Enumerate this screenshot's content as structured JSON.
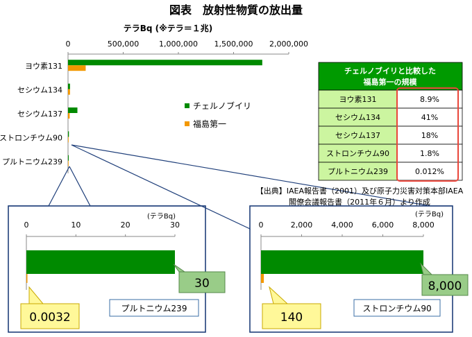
{
  "title": "図表　放射性物質の放出量",
  "colors": {
    "chernobyl": "#008a00",
    "fukushima": "#f39800",
    "table_header": "#009a00",
    "table_cell": "#ccf5a0",
    "callout_fill": "#fff899",
    "callout_stroke": "#c8a800",
    "value_box_fill": "#99cc88",
    "value_box_stroke": "#55884a",
    "frame": "#1f3f7a",
    "highlight": "#e9453a"
  },
  "chart_data": [
    {
      "type": "bar",
      "orientation": "horizontal",
      "title": "",
      "xlabel": "テラBq (※テラ＝１兆)",
      "xlim": [
        0,
        2000000
      ],
      "xticks": [
        "0",
        "500,000",
        "1,000,000",
        "1,500,000",
        "2,000,000"
      ],
      "categories": [
        "ヨウ素131",
        "セシウム134",
        "セシウム137",
        "ストロンチウム90",
        "プルトニウム239"
      ],
      "series": [
        {
          "name": "チェルノブイリ",
          "values": [
            1760000,
            18000,
            85000,
            8000,
            30
          ]
        },
        {
          "name": "福島第一",
          "values": [
            160000,
            18000,
            15000,
            140,
            0.0032
          ]
        }
      ],
      "legend": "right"
    },
    {
      "type": "bar",
      "orientation": "horizontal",
      "title": "",
      "unit": "(テラBq)",
      "xlim": [
        0,
        30
      ],
      "xticks": [
        "0",
        "10",
        "20",
        "30"
      ],
      "category": "プルトニウム239",
      "values": [
        30,
        0.0032
      ],
      "chernobyl_label": "30",
      "fukushima_label": "0.0032"
    },
    {
      "type": "bar",
      "orientation": "horizontal",
      "title": "",
      "unit": "(テラBq)",
      "xlim": [
        0,
        8000
      ],
      "xticks": [
        "0",
        "2,000",
        "4,000",
        "6,000",
        "8,000"
      ],
      "category": "ストロンチウム90",
      "values": [
        8000,
        140
      ],
      "chernobyl_label": "8,000",
      "fukushima_label": "140"
    }
  ],
  "table": {
    "header": [
      "チェルノブイリと比較した",
      "福島第一の規模"
    ],
    "rows": [
      {
        "name": "ヨウ素131",
        "value": "8.9%"
      },
      {
        "name": "セシウム134",
        "value": "41%"
      },
      {
        "name": "セシウム137",
        "value": "18%"
      },
      {
        "name": "ストロンチウム90",
        "value": "1.8%"
      },
      {
        "name": "プルトニウム239",
        "value": "0.012%"
      }
    ]
  },
  "source": [
    "【出典】IAEA報告書（2001）及び原子力災害対策本部IAEA",
    "閣僚会議報告書（2011年６月）より作成"
  ]
}
